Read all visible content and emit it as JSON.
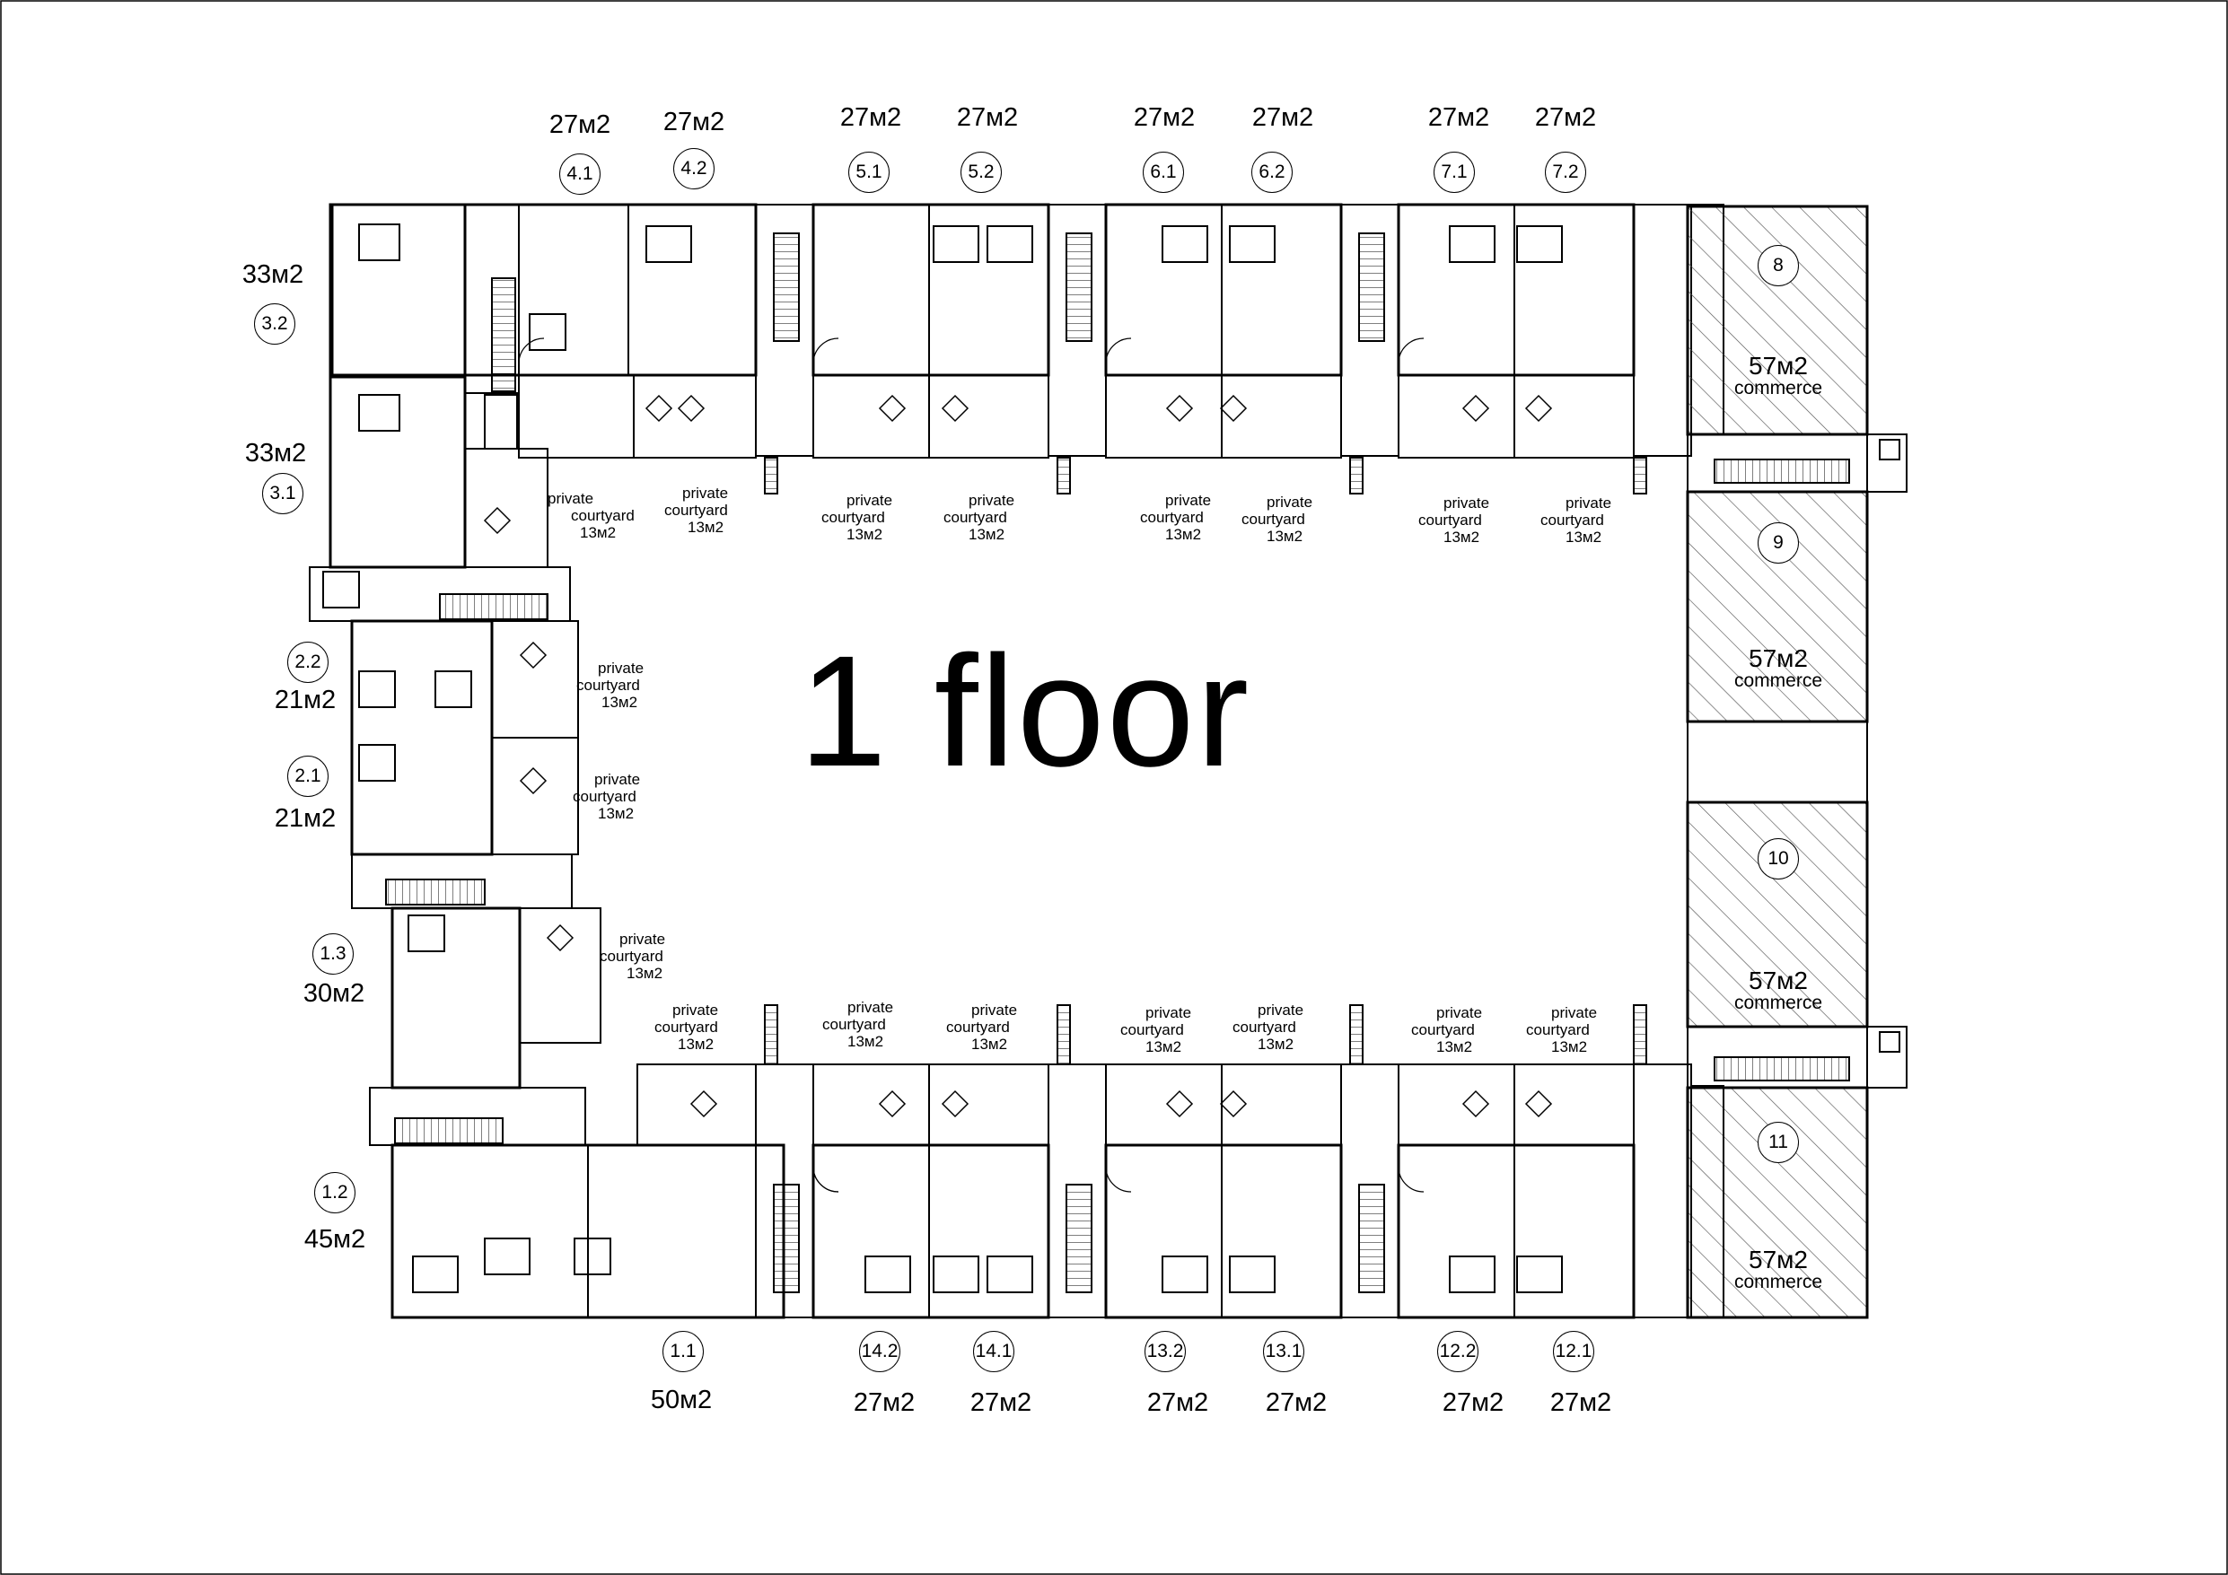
{
  "title": "1 floor",
  "units": [
    {
      "id": "4.1",
      "area": "27м2"
    },
    {
      "id": "4.2",
      "area": "27м2"
    },
    {
      "id": "5.1",
      "area": "27м2"
    },
    {
      "id": "5.2",
      "area": "27м2"
    },
    {
      "id": "6.1",
      "area": "27м2"
    },
    {
      "id": "6.2",
      "area": "27м2"
    },
    {
      "id": "7.1",
      "area": "27м2"
    },
    {
      "id": "7.2",
      "area": "27м2"
    },
    {
      "id": "3.2",
      "area": "33м2"
    },
    {
      "id": "3.1",
      "area": "33м2"
    },
    {
      "id": "2.2",
      "area": "21м2"
    },
    {
      "id": "2.1",
      "area": "21м2"
    },
    {
      "id": "1.3",
      "area": "30м2"
    },
    {
      "id": "1.2",
      "area": "45м2"
    },
    {
      "id": "1.1",
      "area": "50м2"
    },
    {
      "id": "14.2",
      "area": "27м2"
    },
    {
      "id": "14.1",
      "area": "27м2"
    },
    {
      "id": "13.2",
      "area": "27м2"
    },
    {
      "id": "13.1",
      "area": "27м2"
    },
    {
      "id": "12.2",
      "area": "27м2"
    },
    {
      "id": "12.1",
      "area": "27м2"
    }
  ],
  "commerce": [
    {
      "id": "8",
      "area": "57м2",
      "label": "commerce"
    },
    {
      "id": "9",
      "area": "57м2",
      "label": "commerce"
    },
    {
      "id": "10",
      "area": "57м2",
      "label": "commerce"
    },
    {
      "id": "11",
      "area": "57м2",
      "label": "commerce"
    }
  ],
  "courtyard": {
    "line1": "private",
    "line2": "courtyard",
    "area": "13м2"
  }
}
